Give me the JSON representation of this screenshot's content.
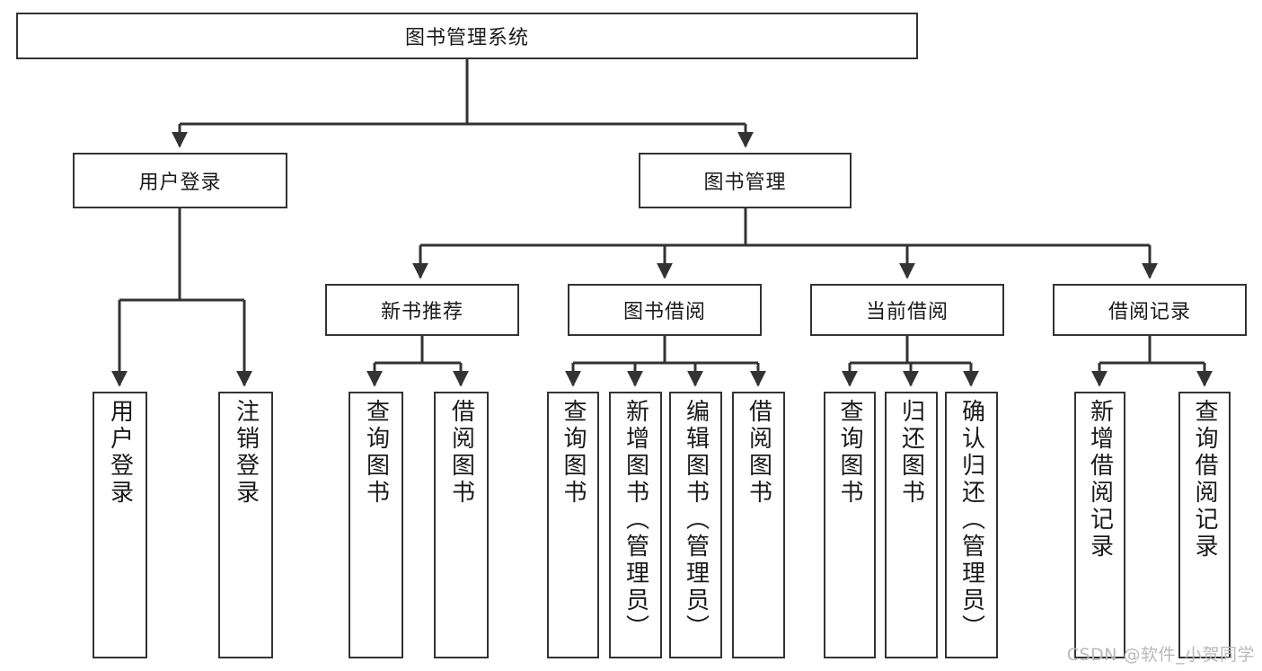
{
  "diagram": {
    "type": "tree-hierarchy",
    "title": "图书管理系统",
    "watermark": "CSDN @软件_小贺同学",
    "colors": {
      "stroke": "#333333",
      "fill": "#ffffff",
      "text": "#1a1a1a",
      "watermark": "#b9b9b9"
    },
    "levels": {
      "root": {
        "label": "图书管理系统"
      },
      "level2": [
        {
          "label": "用户登录"
        },
        {
          "label": "图书管理"
        }
      ],
      "level3": [
        {
          "label": "新书推荐"
        },
        {
          "label": "图书借阅"
        },
        {
          "label": "当前借阅"
        },
        {
          "label": "借阅记录"
        }
      ],
      "leaves": {
        "user_login": [
          {
            "label": "用户登录"
          },
          {
            "label": "注销登录"
          }
        ],
        "new_book_recommend": [
          {
            "label": "查询图书"
          },
          {
            "label": "借阅图书"
          }
        ],
        "book_borrow": [
          {
            "label": "查询图书"
          },
          {
            "label": "新增图书（管理员）"
          },
          {
            "label": "编辑图书（管理员）"
          },
          {
            "label": "借阅图书"
          }
        ],
        "current_borrow": [
          {
            "label": "查询图书"
          },
          {
            "label": "归还图书"
          },
          {
            "label": "确认归还（管理员）"
          }
        ],
        "borrow_record": [
          {
            "label": "新增借阅记录"
          },
          {
            "label": "查询借阅记录"
          }
        ]
      }
    }
  }
}
